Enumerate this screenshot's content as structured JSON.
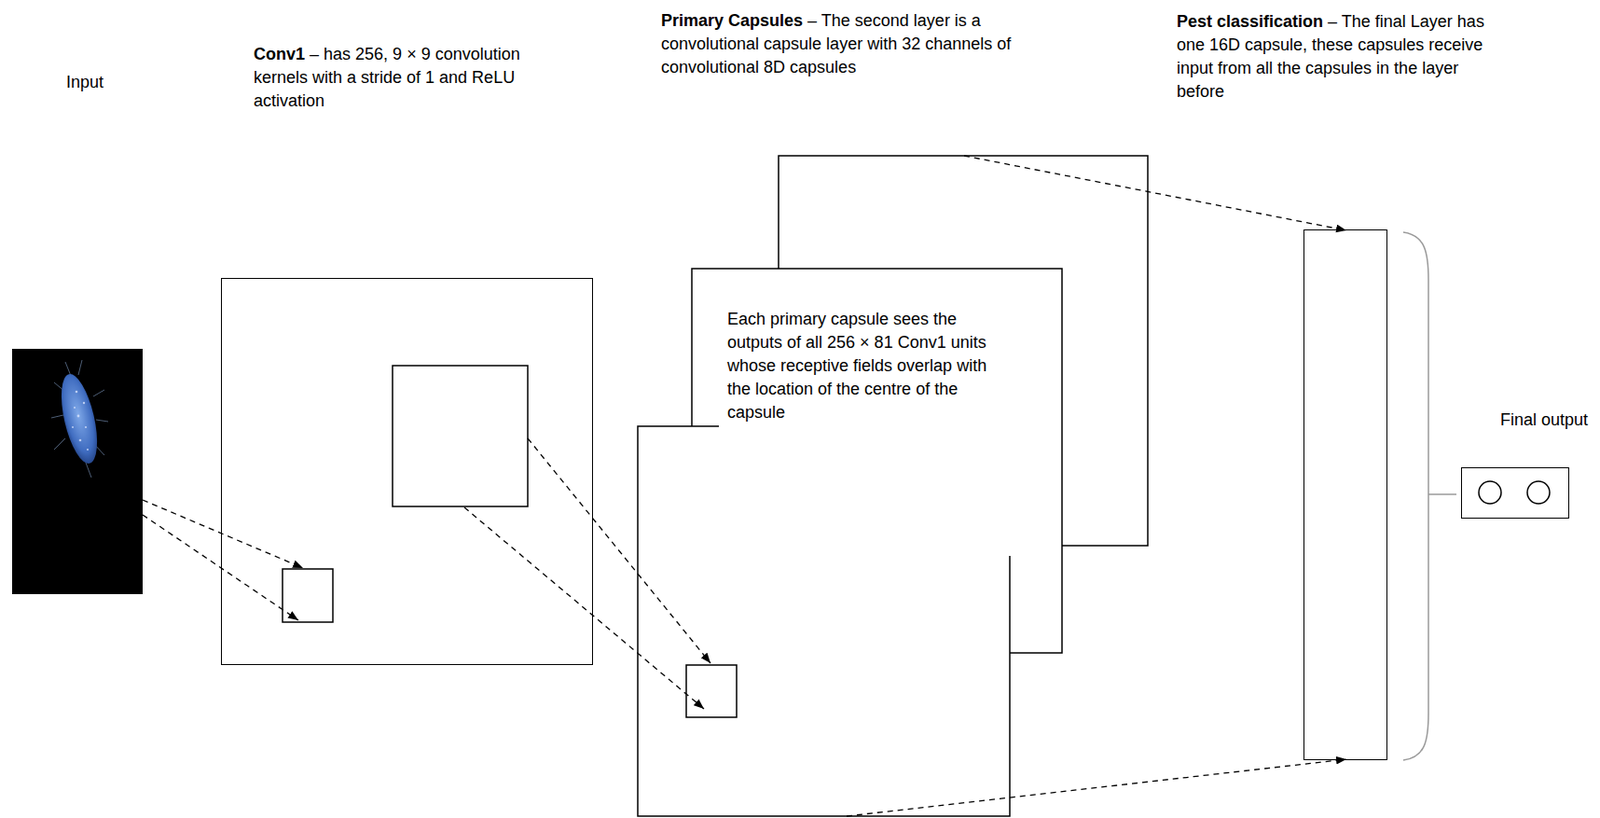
{
  "diagram": {
    "nodes": [
      {
        "text": [
          "Input"
        ]
      },
      {
        "text": [
          "Conv1",
          "– has 256, 9 × 9 convolution kernels with a stride of 1 and ReLU activation"
        ]
      },
      {
        "text": [
          "Primary Capsules",
          "– The second layer is a convolutional capsule layer with 32 channels of convolutional 8D capsules",
          "Each primary capsule sees the outputs of all 256 × 81 Conv1 units whose receptive fields overlap with the location of the centre of the capsule"
        ]
      },
      {
        "text": [
          "Pest classification",
          "– The final Layer has one 16D capsule, these capsules receive input from all the capsules in the layer before"
        ]
      },
      {
        "text": [
          "Final output"
        ]
      }
    ],
    "edges": [
      {
        "from": 0,
        "to": 1,
        "arrow": "to"
      },
      {
        "from": 0,
        "to": 1,
        "arrow": "to"
      },
      {
        "from": 1,
        "to": 2,
        "arrow": "to"
      },
      {
        "from": 1,
        "to": 2,
        "arrow": "to"
      },
      {
        "from": 2,
        "to": 3,
        "arrow": "to"
      },
      {
        "from": 2,
        "to": 3,
        "arrow": "to"
      }
    ]
  }
}
